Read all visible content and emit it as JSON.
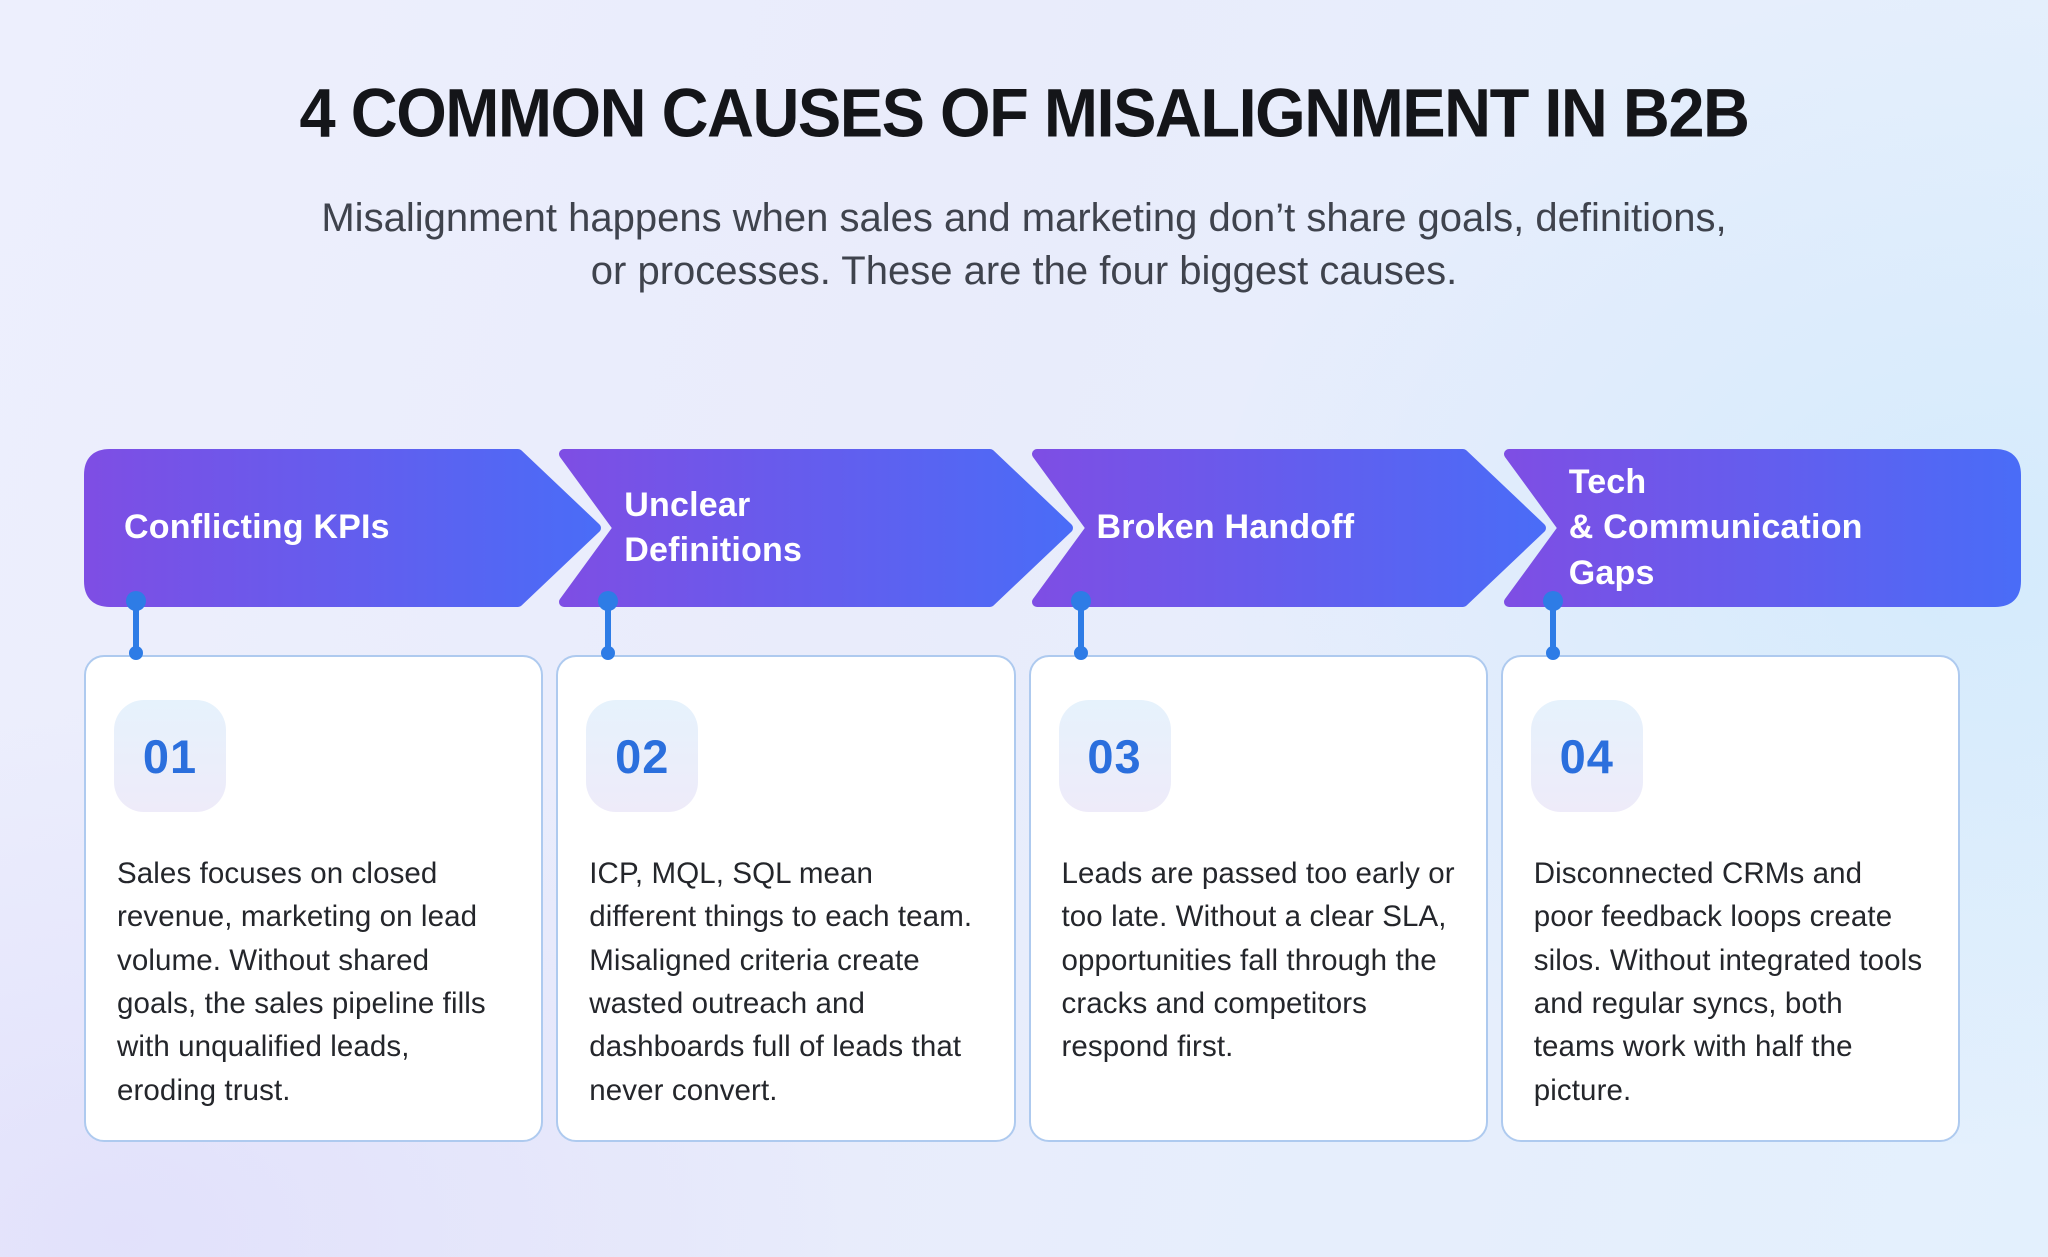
{
  "header": {
    "title": "4 COMMON CAUSES OF MISALIGNMENT IN B2B",
    "subtitle": "Misalignment happens when sales and marketing don’t share goals, definitions, or processes. These are the four biggest causes."
  },
  "colors": {
    "arrow_gradient_start": "#7e4ee4",
    "arrow_gradient_end": "#4a6cf7",
    "connector_blue": "#2e7ce6",
    "number_blue": "#2b6fdd",
    "card_border": "#aecaef",
    "card_background": "#ffffff",
    "badge_background": "#e9f1fb",
    "title_color": "#141519",
    "subtitle_color": "#3f434d",
    "body_text_color": "#24262b",
    "page_background": "#e9eefc"
  },
  "items": [
    {
      "number": "01",
      "label": "Conflicting KPIs",
      "description": "Sales focuses on closed revenue, marketing on lead volume. Without shared goals, the sales pipeline fills with unqualified leads, eroding trust."
    },
    {
      "number": "02",
      "label": "Unclear\nDefinitions",
      "description": "ICP, MQL, SQL mean different things to each team. Misaligned criteria create wasted outreach and dashboards full of leads that never convert."
    },
    {
      "number": "03",
      "label": "Broken Handoff",
      "description": "Leads are passed too early or too late. Without a clear SLA, opportunities fall through the cracks and competitors respond first."
    },
    {
      "number": "04",
      "label": "Tech\n& Communication\nGaps",
      "description": "Disconnected CRMs and poor feedback loops create silos. Without integrated tools and regular syncs, both teams work with half the picture."
    }
  ]
}
